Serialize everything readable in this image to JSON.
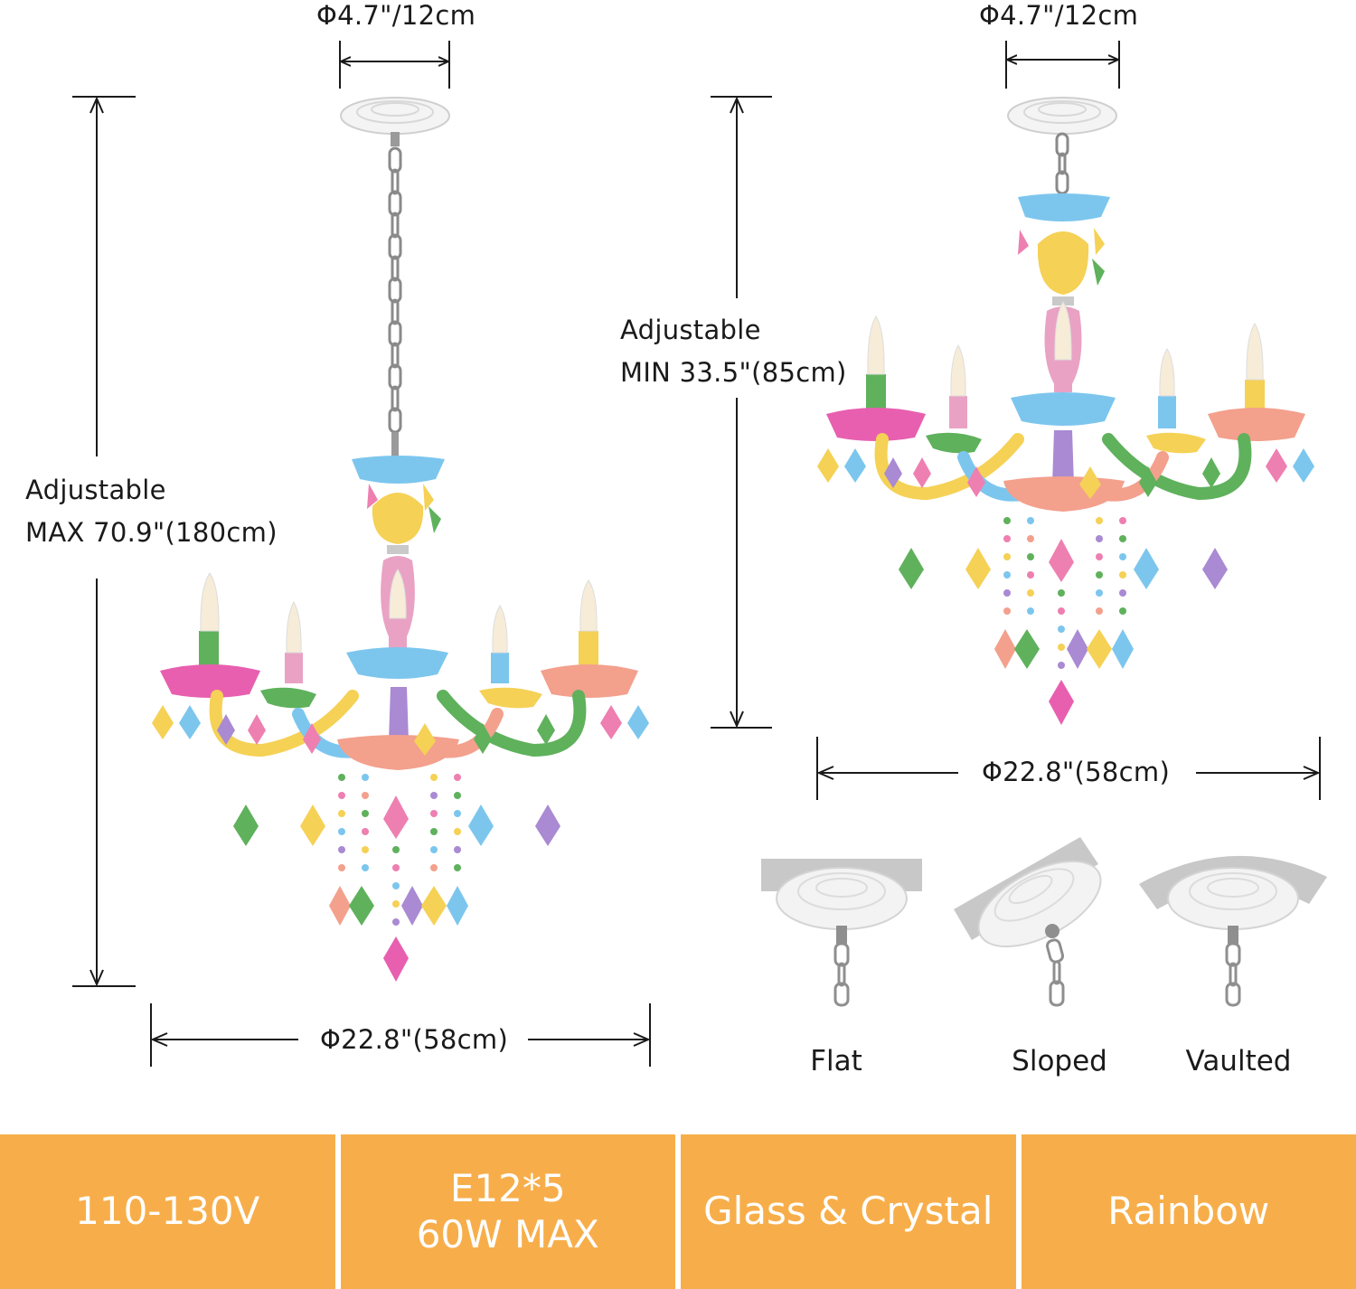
{
  "left_figure": {
    "top_diameter": "Φ4.7\"/12cm",
    "height_line1": "Adjustable",
    "height_line2": "MAX 70.9\"(180cm)",
    "width": "Φ22.8\"(58cm)"
  },
  "right_figure": {
    "top_diameter": "Φ4.7\"/12cm",
    "height_line1": "Adjustable",
    "height_line2": "MIN 33.5\"(85cm)",
    "width": "Φ22.8\"(58cm)"
  },
  "mounts": {
    "flat": "Flat",
    "sloped": "Sloped",
    "vaulted": "Vaulted"
  },
  "specs": {
    "voltage": "110-130V",
    "bulbs_line1": "E12*5",
    "bulbs_line2": "60W MAX",
    "material": "Glass & Crystal",
    "color": "Rainbow"
  },
  "colors": {
    "spec_bar": "#f7ae4a",
    "pink": "#ee7fb1",
    "blue": "#7cc6ee",
    "yellow": "#f5d155",
    "green": "#5fb15c",
    "purple": "#a98ad3",
    "coral": "#f3a08d",
    "magenta": "#e85fb0"
  }
}
